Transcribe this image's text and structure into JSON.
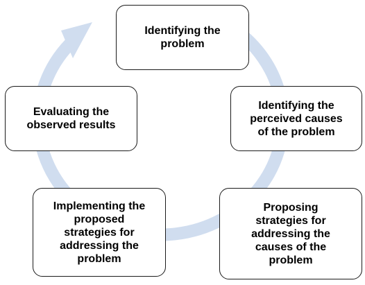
{
  "diagram": {
    "type": "cycle",
    "arrow_color": "#d0ddef",
    "box_border_color": "#1a1a1a",
    "steps": [
      {
        "label": "Identifying the\nproblem"
      },
      {
        "label": "Identifying the\nperceived causes\nof the problem"
      },
      {
        "label": "Proposing\nstrategies for\naddressing the\ncauses of the\nproblem"
      },
      {
        "label": "Implementing the\nproposed\nstrategies for\naddressing the\nproblem"
      },
      {
        "label": "Evaluating the\nobserved results"
      }
    ]
  }
}
